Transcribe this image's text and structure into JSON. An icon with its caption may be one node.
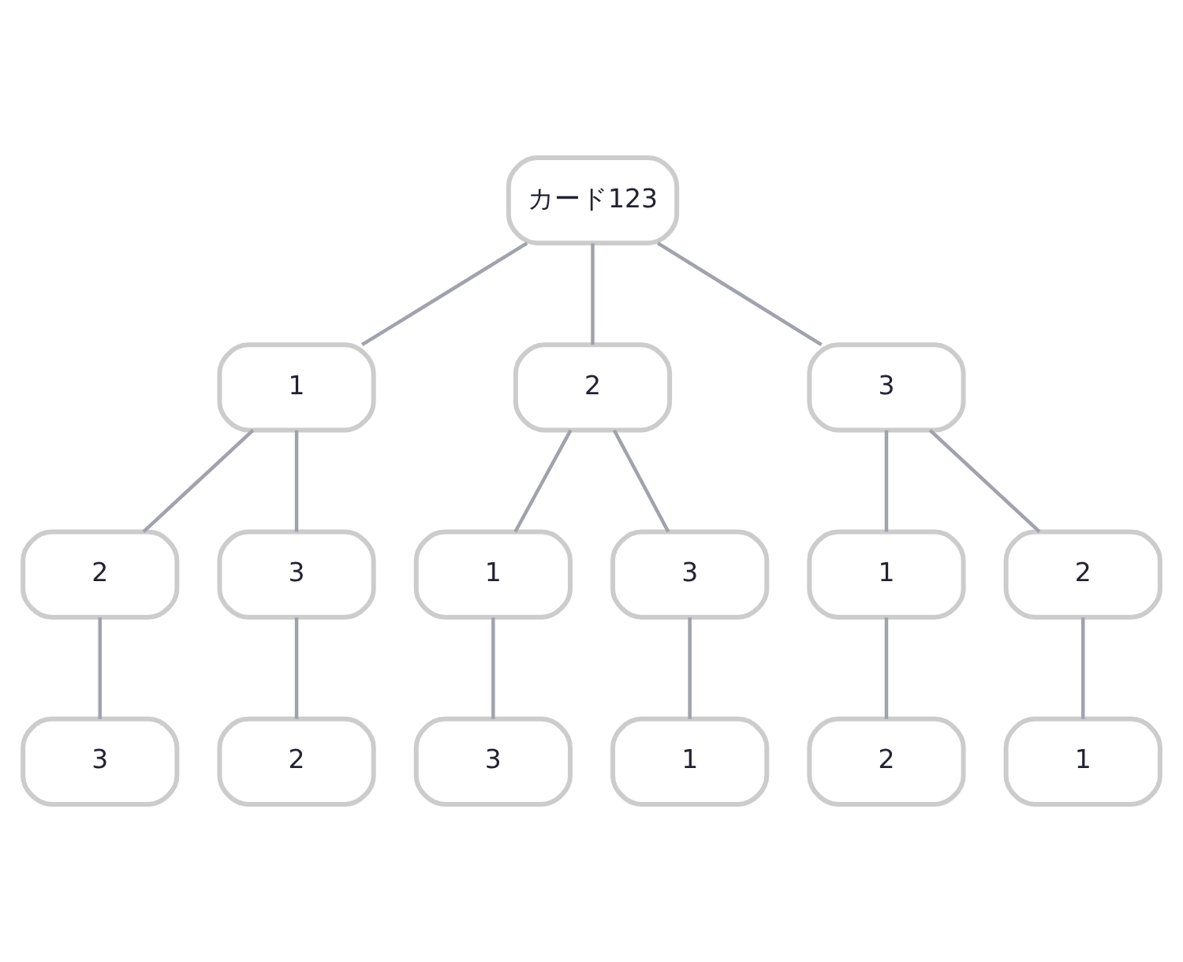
{
  "diagram": {
    "nodes": [
      {
        "text": [
          "カード123"
        ]
      },
      {
        "text": [
          "1"
        ]
      },
      {
        "text": [
          "2"
        ]
      },
      {
        "text": [
          "3"
        ]
      },
      {
        "text": [
          "2"
        ]
      },
      {
        "text": [
          "3"
        ]
      },
      {
        "text": [
          "1"
        ]
      },
      {
        "text": [
          "3"
        ]
      },
      {
        "text": [
          "1"
        ]
      },
      {
        "text": [
          "2"
        ]
      },
      {
        "text": [
          "3"
        ]
      },
      {
        "text": [
          "2"
        ]
      },
      {
        "text": [
          "3"
        ]
      },
      {
        "text": [
          "1"
        ]
      },
      {
        "text": [
          "2"
        ]
      },
      {
        "text": [
          "1"
        ]
      }
    ],
    "edges": [
      {
        "from": 0,
        "to": 1,
        "arrow": "none"
      },
      {
        "from": 0,
        "to": 2,
        "arrow": "none"
      },
      {
        "from": 0,
        "to": 3,
        "arrow": "none"
      },
      {
        "from": 1,
        "to": 4,
        "arrow": "none"
      },
      {
        "from": 1,
        "to": 5,
        "arrow": "none"
      },
      {
        "from": 2,
        "to": 6,
        "arrow": "none"
      },
      {
        "from": 2,
        "to": 7,
        "arrow": "none"
      },
      {
        "from": 3,
        "to": 8,
        "arrow": "none"
      },
      {
        "from": 3,
        "to": 9,
        "arrow": "none"
      },
      {
        "from": 4,
        "to": 10,
        "arrow": "none"
      },
      {
        "from": 5,
        "to": 11,
        "arrow": "none"
      },
      {
        "from": 6,
        "to": 12,
        "arrow": "none"
      },
      {
        "from": 7,
        "to": 13,
        "arrow": "none"
      },
      {
        "from": 8,
        "to": 14,
        "arrow": "none"
      },
      {
        "from": 9,
        "to": 15,
        "arrow": "none"
      }
    ]
  }
}
